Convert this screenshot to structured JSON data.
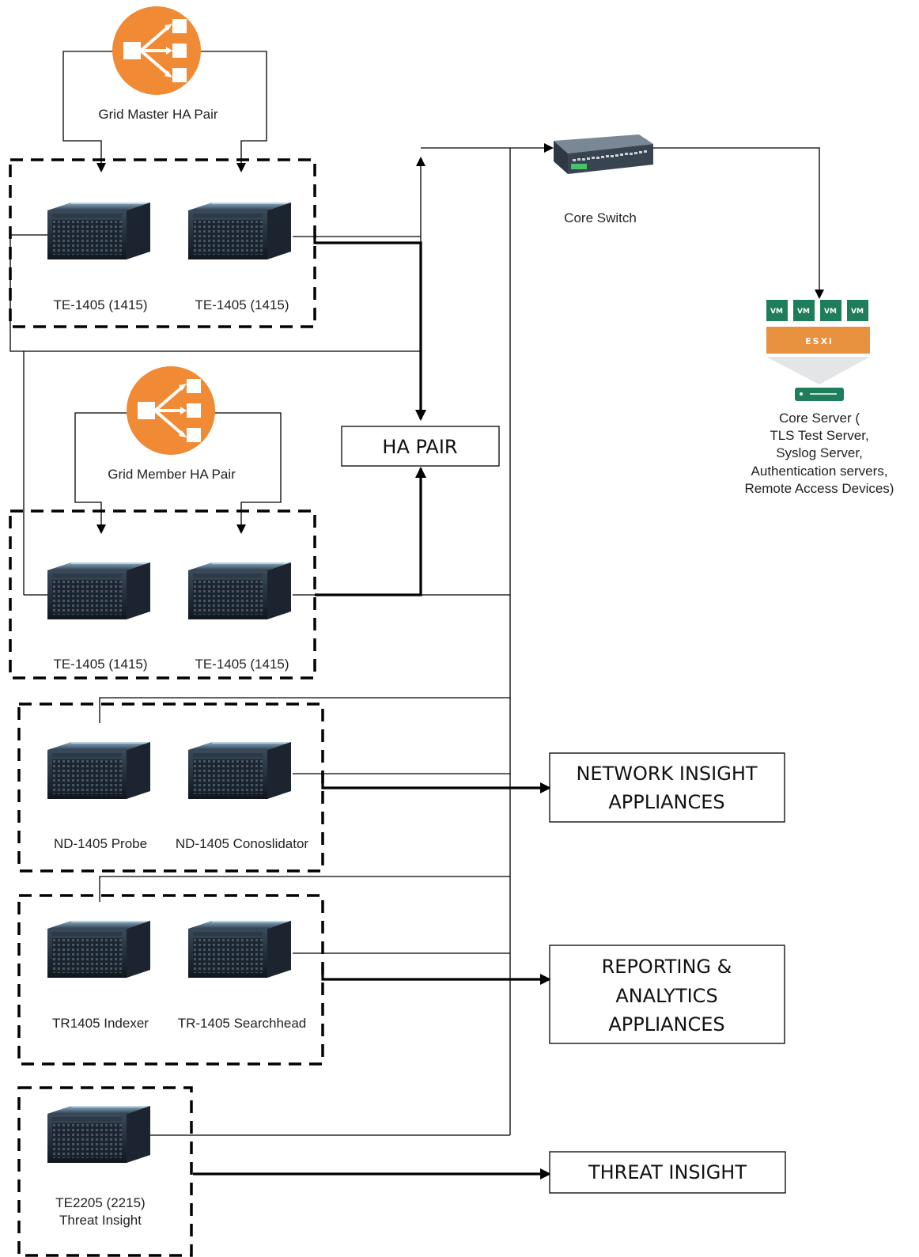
{
  "grid_master": {
    "label": "Grid Master HA Pair"
  },
  "grid_member": {
    "label": "Grid Member HA Pair"
  },
  "core_switch": {
    "label": "Core Switch"
  },
  "core_server": {
    "label_lines": [
      "Core Server (",
      "TLS Test Server,",
      "Syslog Server,",
      "Authentication servers,",
      "Remote Access Devices)"
    ],
    "vm_label": "VM",
    "hypervisor_label": "ESXi"
  },
  "appliances": {
    "gm1": "TE-1405 (1415)",
    "gm2": "TE-1405 (1415)",
    "mem1": "TE-1405 (1415)",
    "mem2": "TE-1405 (1415)",
    "nd1": "ND-1405 Probe",
    "nd2": "ND-1405 Conoslidator",
    "tr1": "TR1405 Indexer",
    "tr2": "TR-1405 Searchhead",
    "te_lines": [
      "TE2205 (2215)",
      "Threat Insight"
    ]
  },
  "boxes": {
    "ha_pair": "HA PAIR",
    "network_insight": [
      "NETWORK INSIGHT",
      "APPLIANCES"
    ],
    "reporting": [
      "REPORTING &",
      "ANALYTICS",
      "APPLIANCES"
    ],
    "threat_insight": "THREAT INSIGHT"
  },
  "colors": {
    "load_balancer": "#f08a34",
    "vm_green": "#1e7d5a",
    "esxi_orange": "#e8913f",
    "server_dark": "#1f2a36"
  }
}
